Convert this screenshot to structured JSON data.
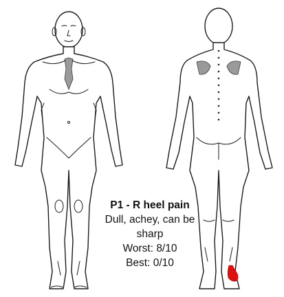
{
  "annotation": {
    "title": "P1 - R heel pain",
    "description": "Dull, achey, can be sharp",
    "worst": "Worst: 8/10",
    "best": "Best: 0/10"
  },
  "colors": {
    "pain_marker": "#e01010",
    "outline": "#1a1a1a"
  },
  "views": [
    "front-body-outline",
    "back-body-outline"
  ]
}
